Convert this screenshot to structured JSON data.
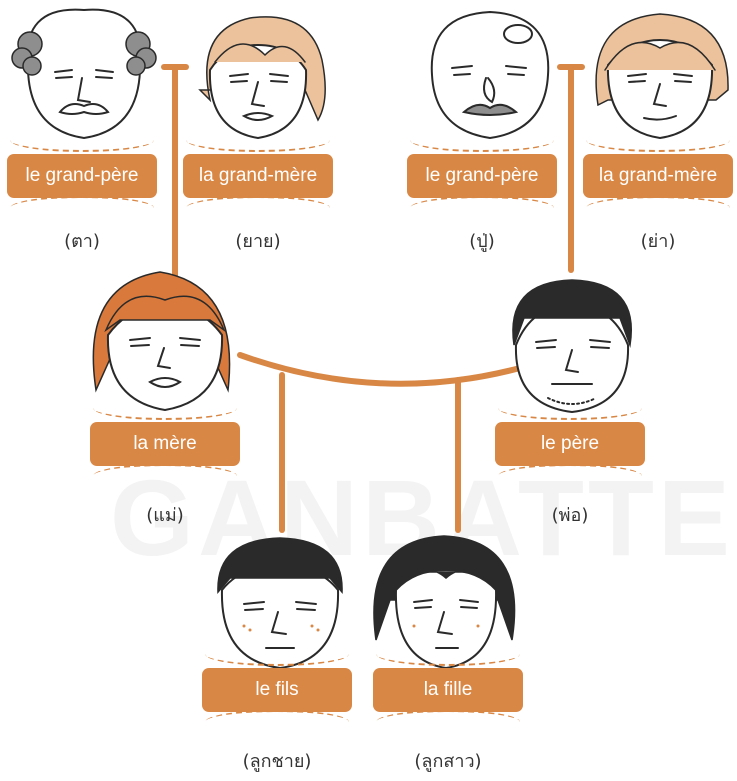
{
  "watermark": "GANBATTE",
  "members": [
    {
      "label": "le grand-père",
      "thai": "(ตา)"
    },
    {
      "label": "la grand-mère",
      "thai": "(ยาย)"
    },
    {
      "label": "le grand-père",
      "thai": "(ปู่)"
    },
    {
      "label": "la grand-mère",
      "thai": "(ย่า)"
    },
    {
      "label": "la mère",
      "thai": "(แม่)"
    },
    {
      "label": "le père",
      "thai": "(พ่อ)"
    },
    {
      "label": "le fils",
      "thai": "(ลูกชาย)"
    },
    {
      "label": "la fille",
      "thai": "(ลูกสาว)"
    }
  ],
  "colors": {
    "accent": "#d98745",
    "connector": "#d98745",
    "text": "#333333",
    "hair_grey": "#8e8e8e",
    "hair_blonde": "#ebc29c",
    "hair_auburn": "#d9793b",
    "hair_black": "#2a2a2a"
  }
}
